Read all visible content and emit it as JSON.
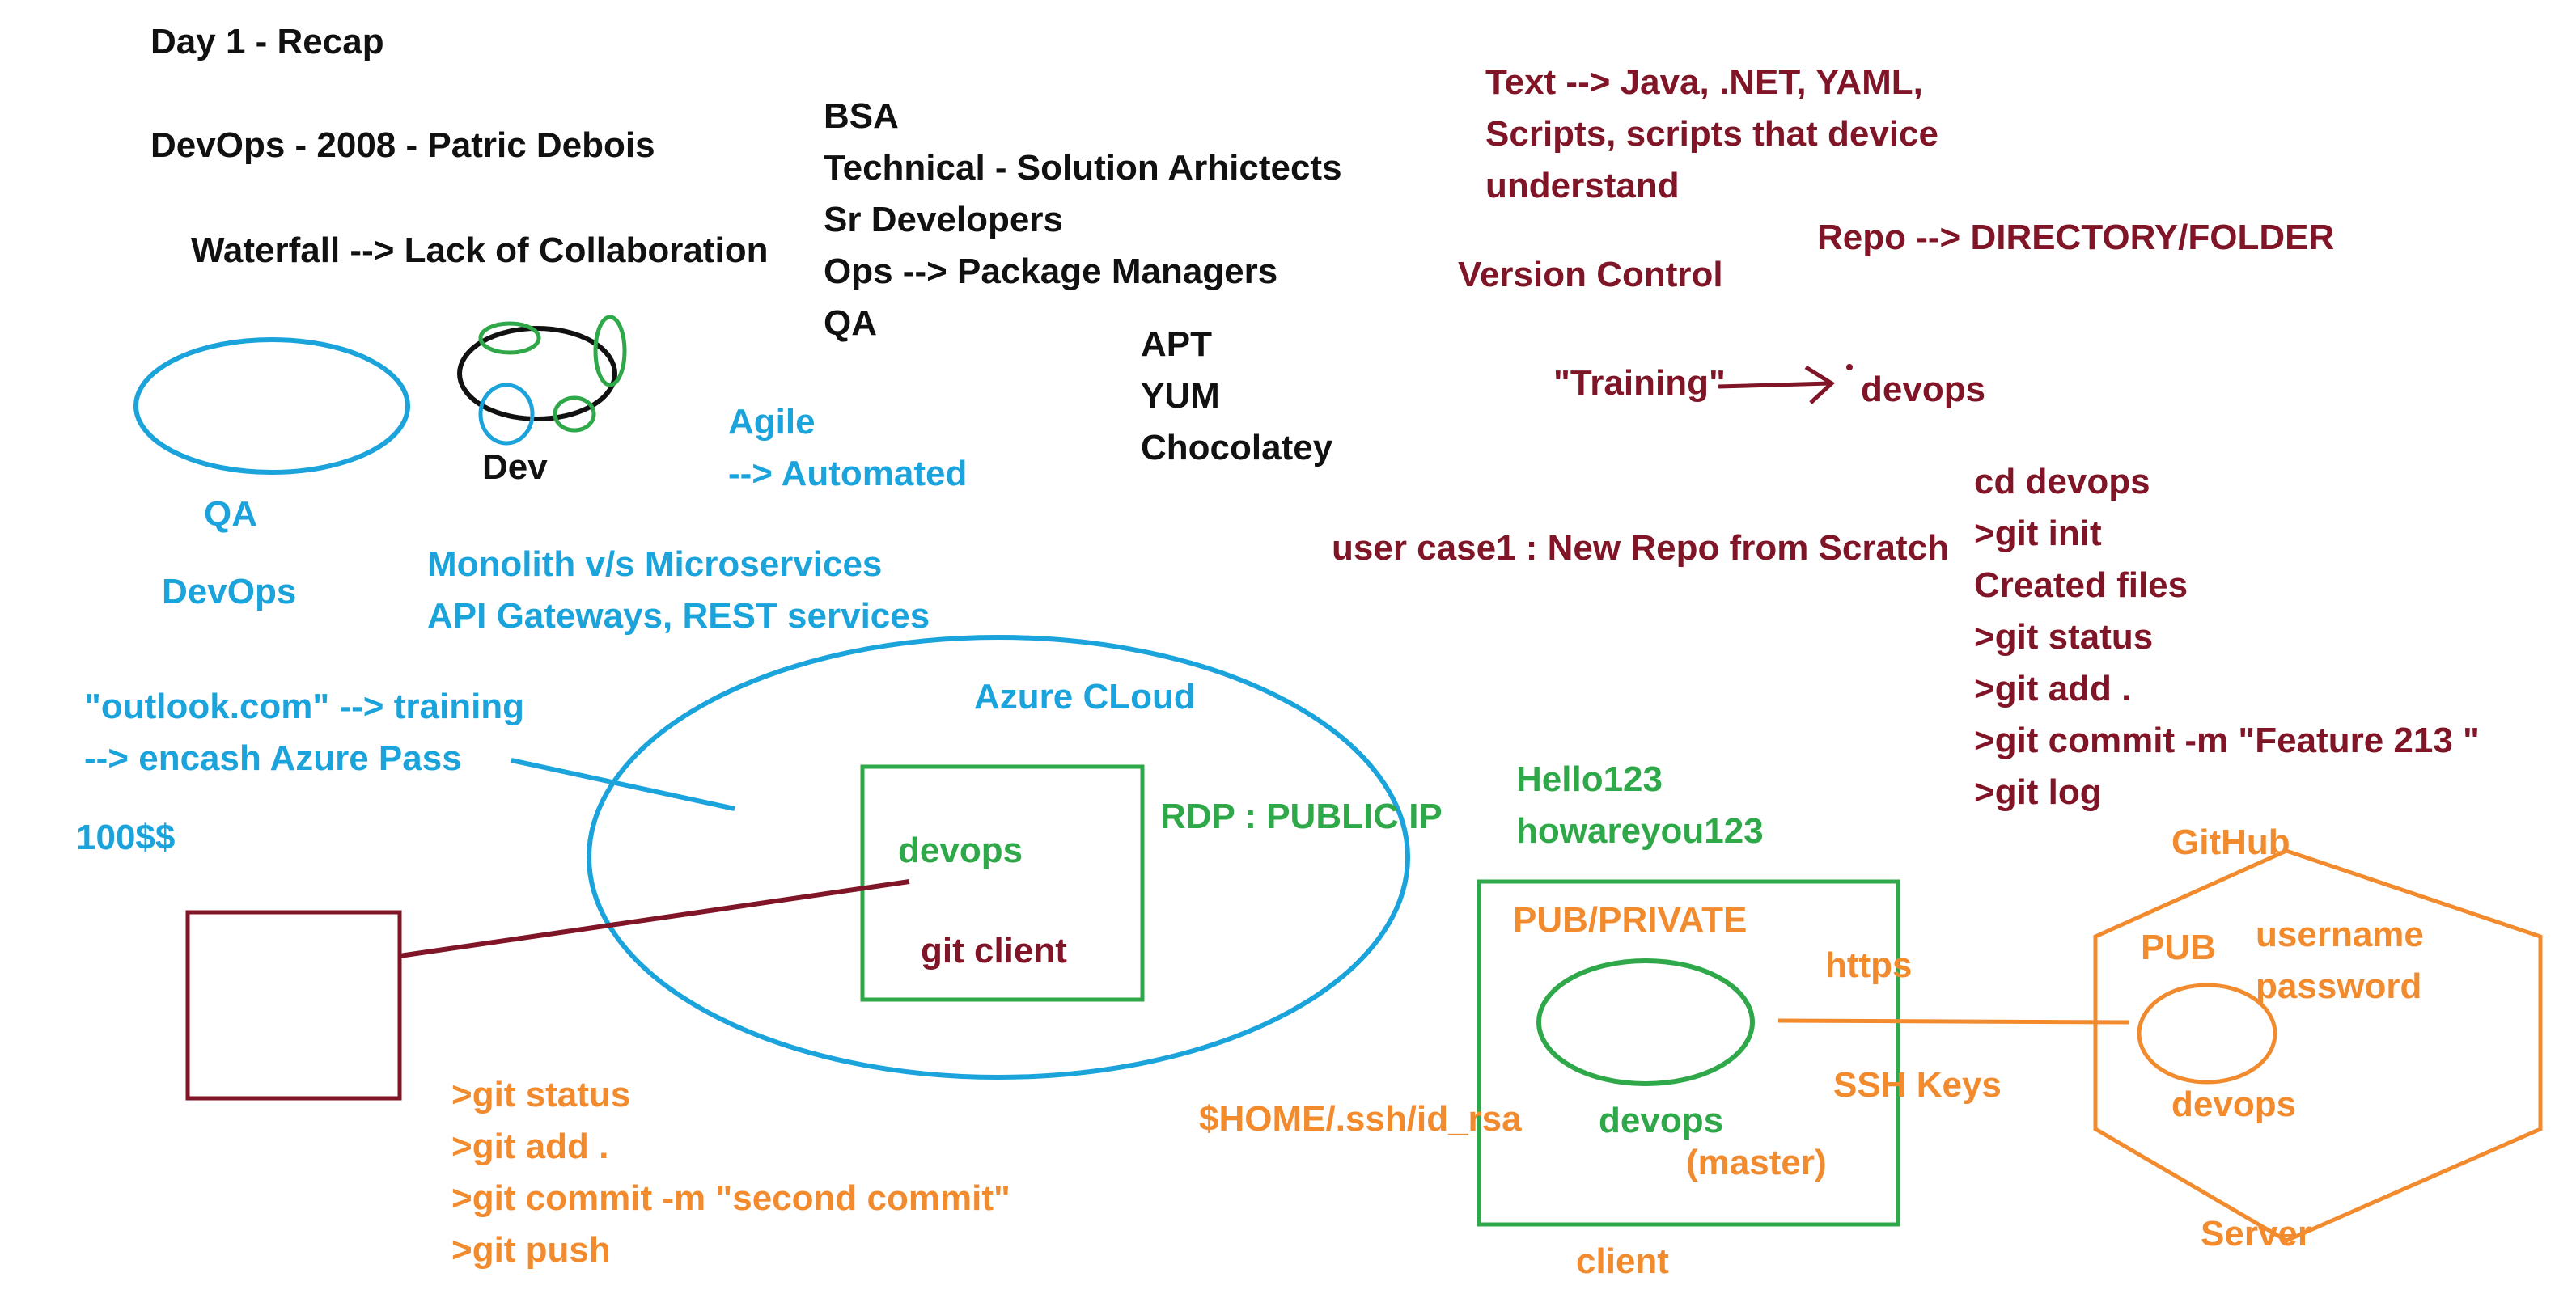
{
  "colors": {
    "black": "#111111",
    "blue": "#1ba3dc",
    "maroon": "#7f1526",
    "green": "#2fa84a",
    "orange": "#f28a2e"
  },
  "shapes": {
    "qa_ellipse": "ellipse",
    "dev_ellipse": "ellipse",
    "azure_cloud": "ellipse",
    "vm_box": "rectangle",
    "local_box": "rectangle",
    "client_box": "rectangle",
    "client_repo": "ellipse",
    "server_hexagon": "hexagon",
    "server_repo": "ellipse"
  },
  "recap": {
    "title": "Day 1 - Recap",
    "history": "DevOps - 2008 - Patric Debois",
    "waterfall": "Waterfall --> Lack of Collaboration"
  },
  "roles": [
    "BSA",
    "Technical - Solution Arhictects",
    "Sr Developers",
    "Ops --> Package Managers",
    "QA"
  ],
  "package_managers": [
    "APT",
    "YUM",
    "Chocolatey"
  ],
  "labels": {
    "qa": "QA",
    "dev": "Dev",
    "devops": "DevOps",
    "agile": "Agile",
    "automated": "--> Automated",
    "monolith": "Monolith v/s Microservices",
    "api": "API Gateways, REST services"
  },
  "azure": {
    "outlook": "\"outlook.com\" --> training",
    "encash": "--> encash Azure Pass",
    "amount": "100$$",
    "cloud": "Azure CLoud",
    "vm_devops": "devops",
    "git_client": "git client",
    "rdp": "RDP : PUBLIC IP"
  },
  "vcs": {
    "text": [
      "Text --> Java, .NET, YAML,",
      "Scripts, scripts that device",
      "understand"
    ],
    "version_control": "Version Control",
    "repo": "Repo --> DIRECTORY/FOLDER",
    "training": "\"Training\"",
    "devops": "devops",
    "use_case": "user case1 : New Repo from Scratch",
    "commands": [
      "cd devops",
      ">git init",
      "Created files",
      ">git status",
      ">git add .",
      ">git commit -m \"Feature 213 \"",
      ">git log"
    ]
  },
  "credentials": [
    "Hello123",
    "howareyou123"
  ],
  "client": {
    "pub_private": "PUB/PRIVATE",
    "https": "https",
    "ssh_keys": "SSH Keys",
    "ssh_path": "$HOME/.ssh/id_rsa",
    "repo": "devops",
    "branch": "(master)",
    "label": "client"
  },
  "server": {
    "github": "GitHub",
    "pub": "PUB",
    "username": "username",
    "password": "password",
    "repo": "devops",
    "label": "Server"
  },
  "push_commands": [
    ">git status",
    ">git add .",
    ">git commit -m \"second commit\"",
    ">git push"
  ]
}
